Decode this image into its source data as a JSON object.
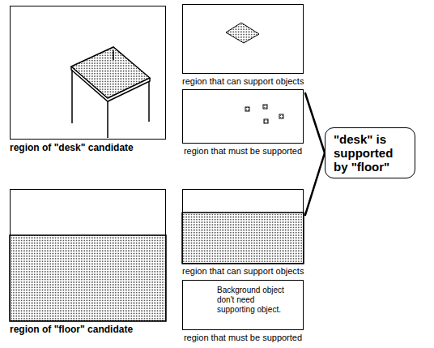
{
  "diagram": {
    "nodes": [
      {
        "text": [
          "region of \"desk\" candidate"
        ]
      },
      {
        "text": [
          "region that can support objects"
        ]
      },
      {
        "text": [
          "region that must be supported"
        ]
      },
      {
        "text": [
          "\"desk\" is supported by \"floor\""
        ]
      },
      {
        "text": [
          "region of \"floor\" candidate"
        ]
      },
      {
        "text": [
          "region that can support objects"
        ]
      },
      {
        "text": [
          "Background object don't need supporting object.",
          "region that must be supported"
        ]
      }
    ],
    "edges": [
      {
        "from": 2,
        "to": 3,
        "arrow": "none"
      },
      {
        "from": 5,
        "to": 3,
        "arrow": "none"
      }
    ]
  }
}
